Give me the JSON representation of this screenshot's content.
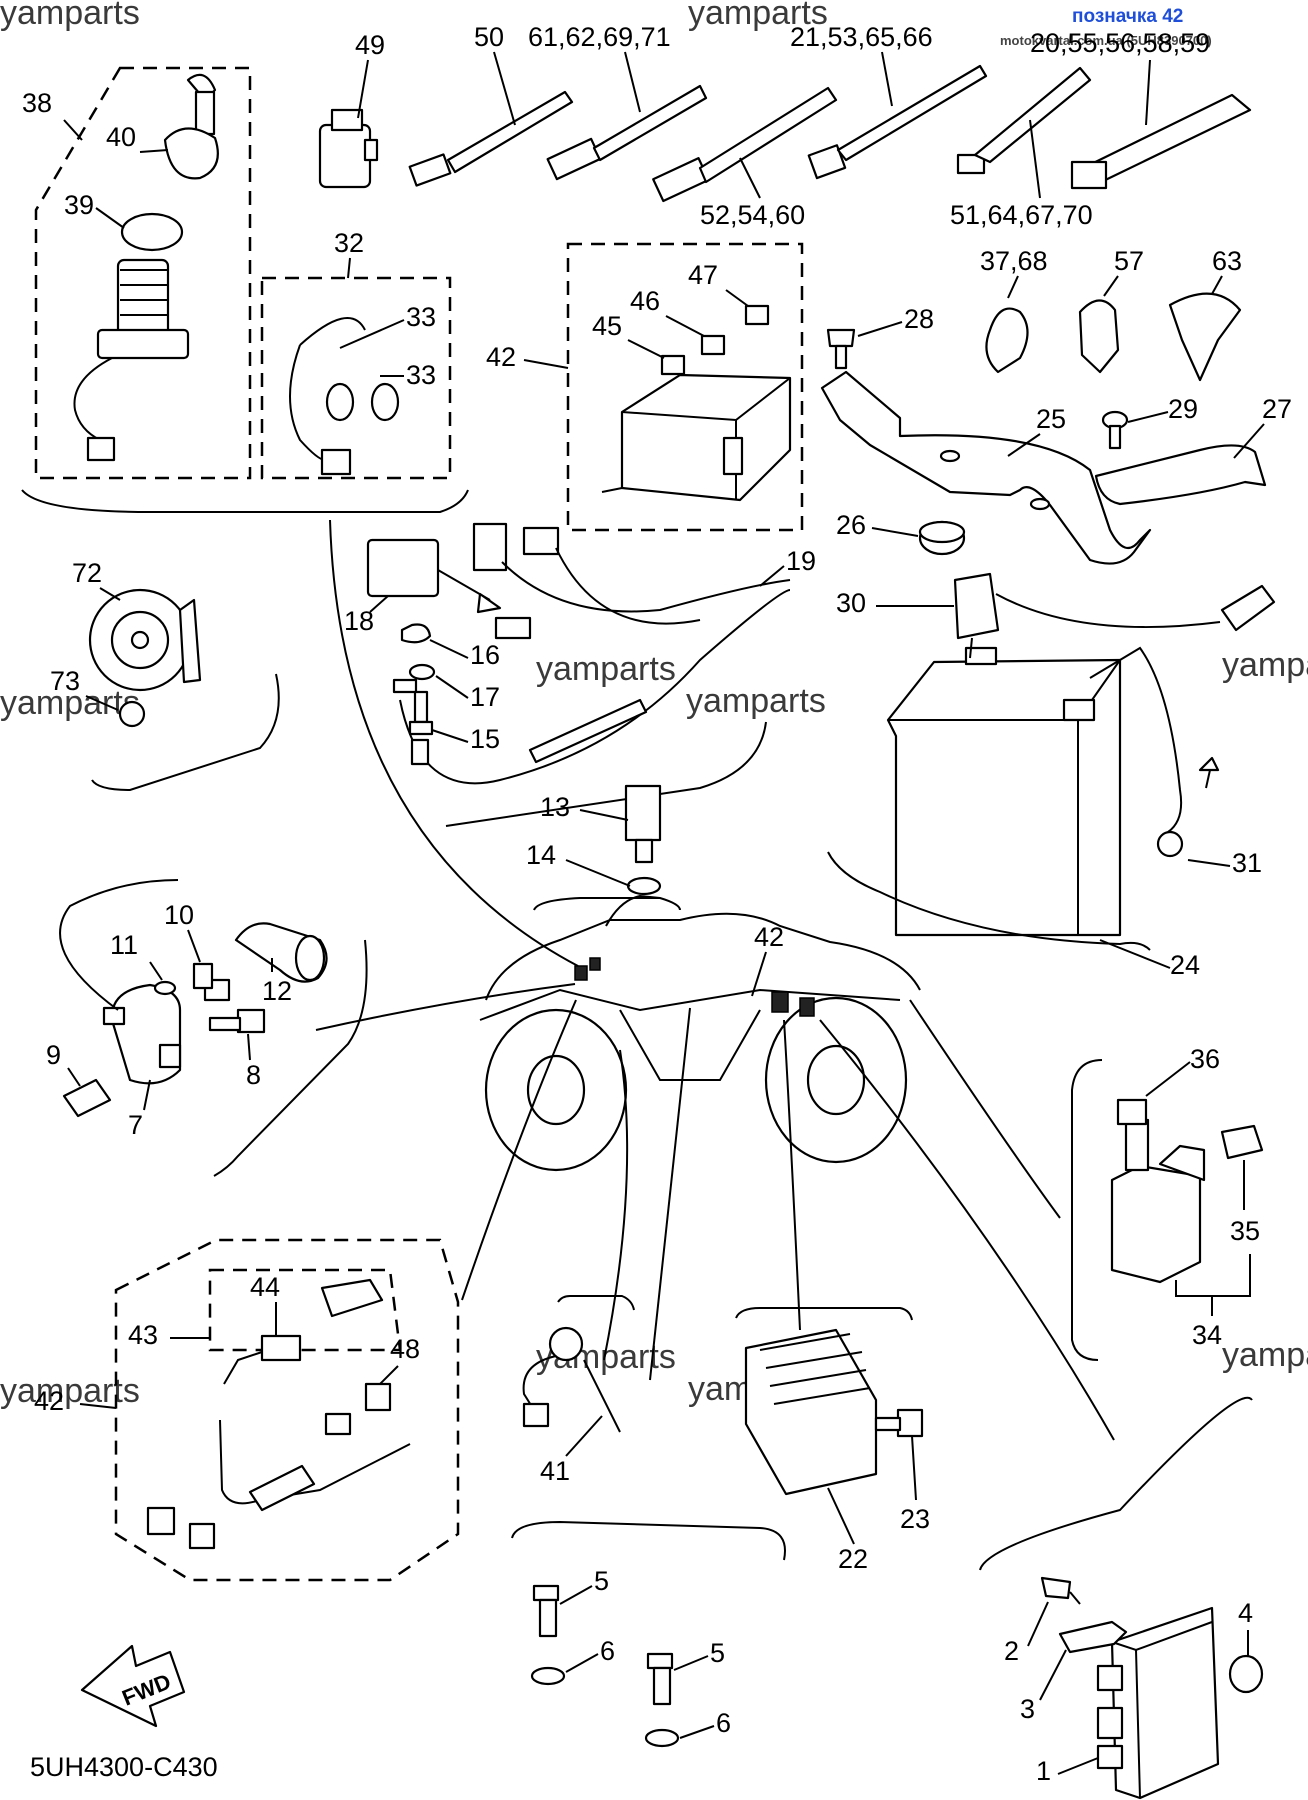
{
  "header": {
    "title": "позначка 42",
    "subtitle": "motokvartal.com.ua (5UH8390700)"
  },
  "watermark": "yamparts",
  "diagram_code": "5UH4300-C430",
  "fwd_label": "FWD",
  "labels": {
    "l1": "1",
    "l2": "2",
    "l3": "3",
    "l4": "4",
    "l5a": "5",
    "l5b": "5",
    "l6a": "6",
    "l6b": "6",
    "l7": "7",
    "l8": "8",
    "l9": "9",
    "l10": "10",
    "l11": "11",
    "l12": "12",
    "l13": "13",
    "l14": "14",
    "l15": "15",
    "l16": "16",
    "l17": "17",
    "l18": "18",
    "l19": "19",
    "l22": "22",
    "l23": "23",
    "l24": "24",
    "l25": "25",
    "l26": "26",
    "l27": "27",
    "l28": "28",
    "l29": "29",
    "l30": "30",
    "l31": "31",
    "l32": "32",
    "l33a": "33",
    "l33b": "33",
    "l34": "34",
    "l35": "35",
    "l36": "36",
    "l37": "37,68",
    "l38": "38",
    "l39": "39",
    "l40": "40",
    "l41": "41",
    "l42a": "42",
    "l42b": "42",
    "l42c": "42",
    "l43": "43",
    "l44": "44",
    "l45": "45",
    "l46": "46",
    "l47": "47",
    "l48": "48",
    "l49": "49",
    "l50": "50",
    "l51": "51,64,67,70",
    "l52": "52,54,60",
    "l57": "57",
    "l61": "61,62,69,71",
    "l63": "63",
    "l72": "72",
    "l73": "73",
    "l21": "21,53,65,66",
    "l20": "20,55,56,58,59"
  },
  "icons": [
    "ignition-key-icon",
    "battery-icon",
    "horn-icon",
    "fuse-box-icon",
    "atv-icon",
    "fwd-arrow-icon"
  ]
}
